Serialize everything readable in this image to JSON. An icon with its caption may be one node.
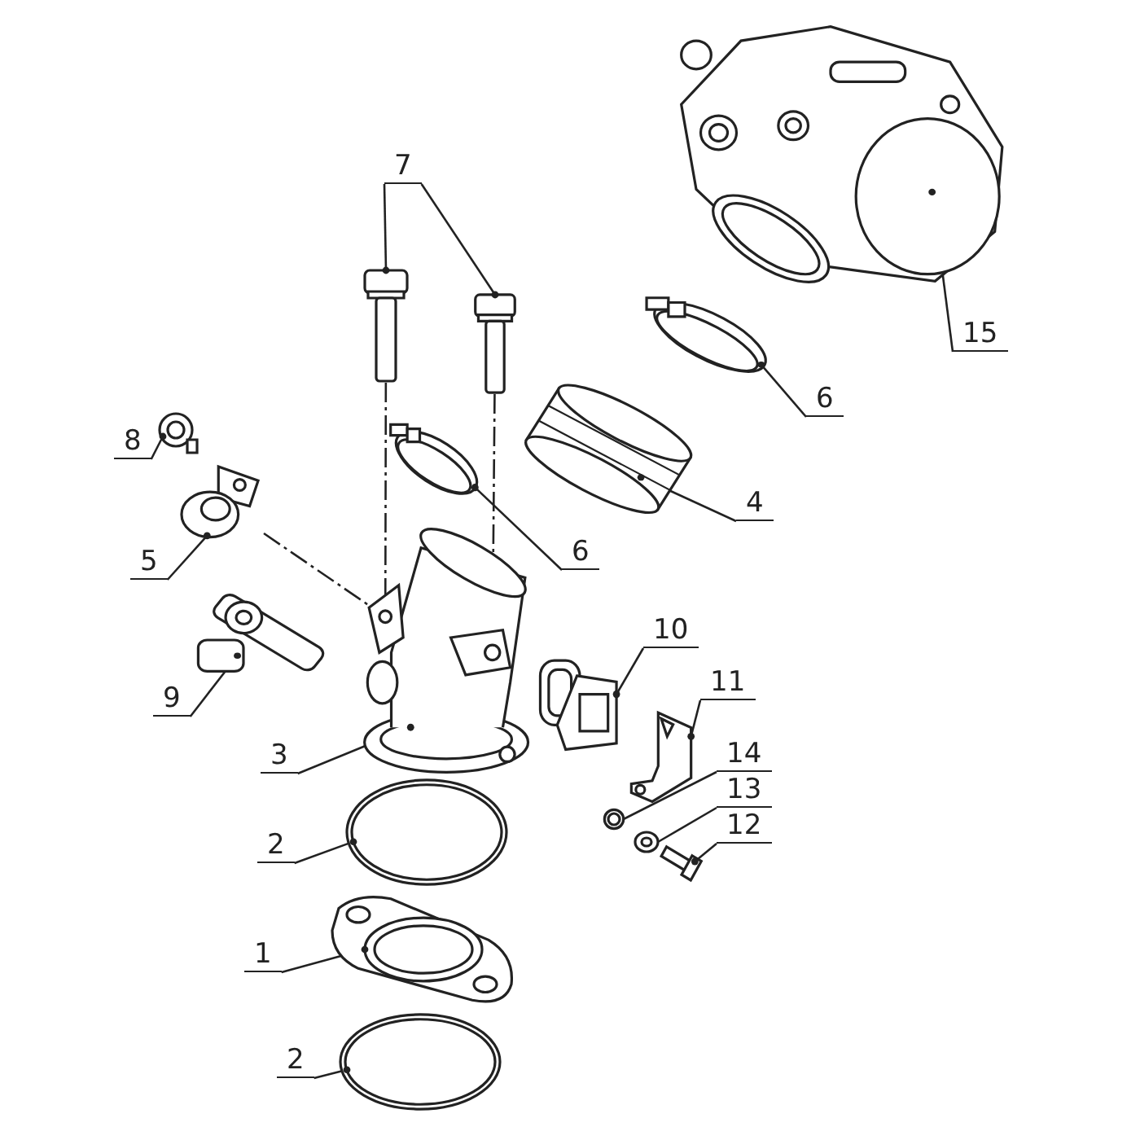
{
  "diagram": {
    "nodes": [
      {
        "text": [
          "15"
        ]
      },
      {
        "text": [],
        "shape": "picture"
      },
      {
        "text": [
          "7"
        ]
      },
      {
        "text": [],
        "shape": "picture"
      },
      {
        "text": [],
        "shape": "picture"
      },
      {
        "text": [
          "6"
        ]
      },
      {
        "text": [],
        "shape": "picture"
      },
      {
        "text": [
          "8"
        ]
      },
      {
        "text": [],
        "shape": "picture"
      },
      {
        "text": [
          "4"
        ]
      },
      {
        "text": [],
        "shape": "picture"
      },
      {
        "text": [
          "5"
        ]
      },
      {
        "text": [],
        "shape": "picture"
      },
      {
        "text": [
          "6"
        ]
      },
      {
        "text": [],
        "shape": "picture"
      },
      {
        "text": [
          "10"
        ]
      },
      {
        "text": [],
        "shape": "picture"
      },
      {
        "text": [
          "9"
        ]
      },
      {
        "text": [],
        "shape": "picture"
      },
      {
        "text": [
          "11"
        ]
      },
      {
        "text": [],
        "shape": "picture"
      },
      {
        "text": [
          "3"
        ]
      },
      {
        "text": [],
        "shape": "picture"
      },
      {
        "text": [
          "14"
        ]
      },
      {
        "text": [],
        "shape": "circle"
      },
      {
        "text": [
          "13"
        ]
      },
      {
        "text": [],
        "shape": "picture"
      },
      {
        "text": [
          "12"
        ]
      },
      {
        "text": [],
        "shape": "bolt"
      },
      {
        "text": [
          "2"
        ]
      },
      {
        "text": [],
        "shape": "picture"
      },
      {
        "text": [
          "1"
        ]
      },
      {
        "text": [],
        "shape": "picture"
      },
      {
        "text": [
          "2"
        ]
      },
      {
        "text": [],
        "shape": "picture"
      }
    ],
    "edges": [
      {
        "from": 0,
        "to": 1,
        "arrow": "none"
      },
      {
        "from": 2,
        "to": 3,
        "arrow": "none"
      },
      {
        "from": 2,
        "to": 4,
        "arrow": "none"
      },
      {
        "from": 5,
        "to": 6,
        "arrow": "none"
      },
      {
        "from": 7,
        "to": 8,
        "arrow": "none"
      },
      {
        "from": 9,
        "to": 10,
        "arrow": "none"
      },
      {
        "from": 11,
        "to": 12,
        "arrow": "none"
      },
      {
        "from": 13,
        "to": 14,
        "arrow": "none"
      },
      {
        "from": 15,
        "to": 16,
        "arrow": "none"
      },
      {
        "from": 17,
        "to": 18,
        "arrow": "none"
      },
      {
        "from": 19,
        "to": 20,
        "arrow": "none"
      },
      {
        "from": 21,
        "to": 22,
        "arrow": "none"
      },
      {
        "from": 23,
        "to": 24,
        "arrow": "none"
      },
      {
        "from": 25,
        "to": 26,
        "arrow": "none"
      },
      {
        "from": 27,
        "to": 28,
        "arrow": "none"
      },
      {
        "from": 29,
        "to": 30,
        "arrow": "none"
      },
      {
        "from": 31,
        "to": 32,
        "arrow": "none"
      },
      {
        "from": 33,
        "to": 34,
        "arrow": "none"
      },
      {
        "from": 3,
        "to": 22,
        "arrow": "none",
        "style": "dashed"
      },
      {
        "from": 4,
        "to": 22,
        "arrow": "none",
        "style": "dashed"
      },
      {
        "from": 12,
        "to": 22,
        "arrow": "none",
        "style": "dashed"
      }
    ]
  }
}
